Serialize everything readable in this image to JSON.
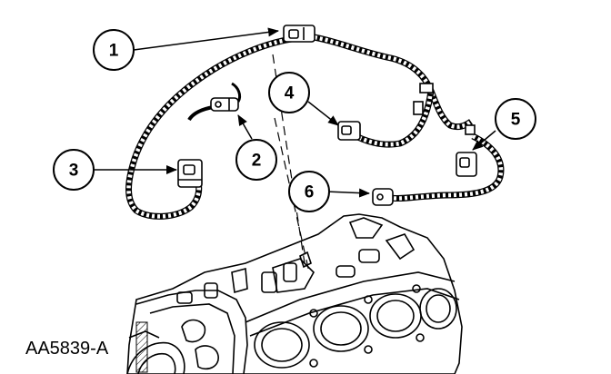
{
  "figure": {
    "figure_id": "AA5839-A",
    "callouts": [
      {
        "label": "1"
      },
      {
        "label": "2"
      },
      {
        "label": "3"
      },
      {
        "label": "4"
      },
      {
        "label": "5"
      },
      {
        "label": "6"
      }
    ],
    "line_color": "#000000",
    "background": "#ffffff"
  }
}
